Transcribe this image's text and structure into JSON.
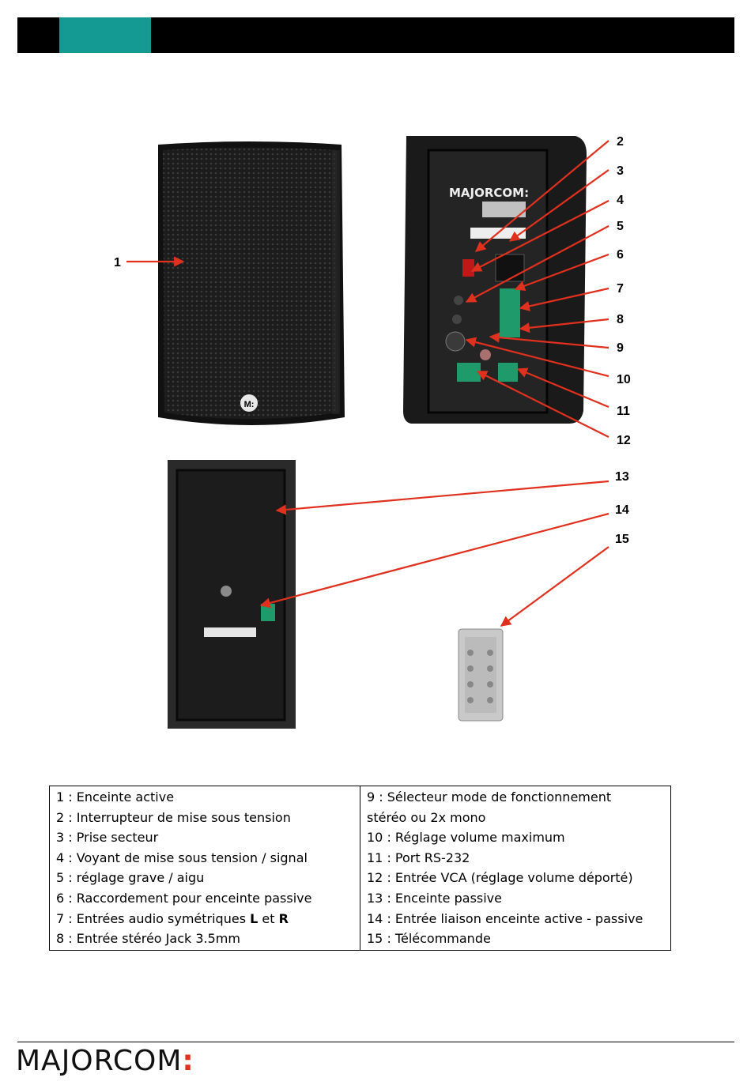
{
  "figure": {
    "brand_panel": "MAJORCOM:",
    "speaker_badge": "M:",
    "callouts": [
      "1",
      "2",
      "3",
      "4",
      "5",
      "6",
      "7",
      "8",
      "9",
      "10",
      "11",
      "12",
      "13",
      "14",
      "15"
    ]
  },
  "legend": {
    "left": [
      "1 : Enceinte active",
      "2 : Interrupteur de mise sous tension",
      "3 : Prise secteur",
      "4 : Voyant de mise sous tension / signal",
      "5 : réglage grave / aigu",
      "6 : Raccordement pour enceinte passive",
      {
        "prefix": "7 : Entrées audio symétriques ",
        "b1": "L",
        "mid": " et ",
        "b2": "R"
      },
      "8 : Entrée stéréo Jack 3.5mm"
    ],
    "right": [
      "9 : Sélecteur mode de fonctionnement",
      "stéréo ou 2x mono",
      "10 : Réglage volume maximum",
      "11 : Port RS-232",
      "12 : Entrée VCA (réglage volume déporté)",
      "13 : Enceinte passive",
      "14 : Entrée liaison enceinte active - passive",
      "15 : Télécommande"
    ]
  },
  "footer": {
    "brand": "MAJORCOM",
    "brand_colon": ":"
  },
  "colors": {
    "accent": "#159a93",
    "callout": "#e0301e",
    "header": "#000000"
  }
}
